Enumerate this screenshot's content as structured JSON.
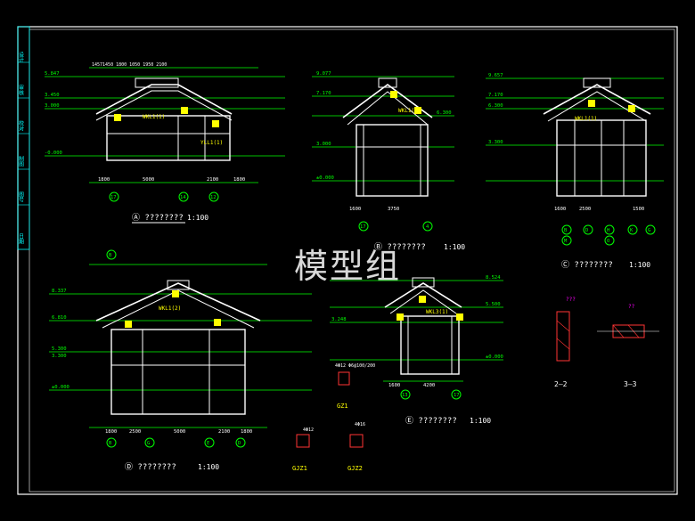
{
  "watermark": "模型组",
  "colors": {
    "background": "#000000",
    "lines": "#ffffff",
    "dimensions": "#00ff00",
    "labels": "#ffff00",
    "magenta_text": "#ff00ff",
    "hatch_red": "#ff3333",
    "cyan": "#00ffff"
  },
  "sidebar": [
    "设计",
    "审核",
    "校对",
    "制图",
    "图号",
    "日期"
  ],
  "views": {
    "elev_a": {
      "title": "Ⓐ ????????",
      "scale": "1:100",
      "dims_bottom": [
        "1800",
        "5000",
        "2100",
        "1800"
      ],
      "axes": [
        "17",
        "14",
        "12"
      ],
      "levels": [
        "5.847",
        "3.450",
        "3.000",
        "-0.000"
      ],
      "beam": "WKL1(1)",
      "beam2": "YLL1(1)",
      "label_top": "14571450 1800 1050 1950 2100"
    },
    "elev_b": {
      "title": "Ⓑ ????????",
      "scale": "1:100",
      "dims_bottom": [
        "1600",
        "3750"
      ],
      "axes": [
        "17",
        "4"
      ],
      "levels": [
        "9.077",
        "7.170",
        "6.300",
        "3.000",
        "±0.000"
      ],
      "beam": "WKL1(1)"
    },
    "elev_c": {
      "title": "Ⓒ ????????",
      "scale": "1:100",
      "dims_bottom": [
        "1600",
        "2500",
        "1500"
      ],
      "axes": [
        "B",
        "D",
        "H",
        "K",
        "G",
        "M",
        "O"
      ],
      "levels": [
        "9.657",
        "7.170",
        "6.300",
        "3.300"
      ],
      "beam": "WKL1(1)"
    },
    "elev_d": {
      "title": "Ⓓ ????????",
      "scale": "1:100",
      "dims_bottom": [
        "1800",
        "2500",
        "5000",
        "2100",
        "1800"
      ],
      "axes": [
        "B",
        "G",
        "E",
        "D",
        "B"
      ],
      "levels": [
        "8.337",
        "6.810",
        "5.300",
        "3.300",
        "±0.000"
      ],
      "beam": "WKL1(2)"
    },
    "elev_e": {
      "title": "Ⓔ ????????",
      "scale": "1:100",
      "dims_bottom": [
        "1600",
        "4200"
      ],
      "axes": [
        "13",
        "17"
      ],
      "levels": [
        "8.524",
        "5.500",
        "3.248",
        "±0.000"
      ],
      "beam": "WKL3(1)"
    },
    "section_22": {
      "title": "2—2",
      "note": "???"
    },
    "section_33": {
      "title": "3—3",
      "note": "??"
    },
    "gz1": {
      "title": "GZ1",
      "note": "4Φ12 Φ6@100/200"
    },
    "gjz1": {
      "title": "GJZ1",
      "note": "4Φ12"
    },
    "gjz2": {
      "title": "GJZ2",
      "note": "4Φ16"
    }
  }
}
